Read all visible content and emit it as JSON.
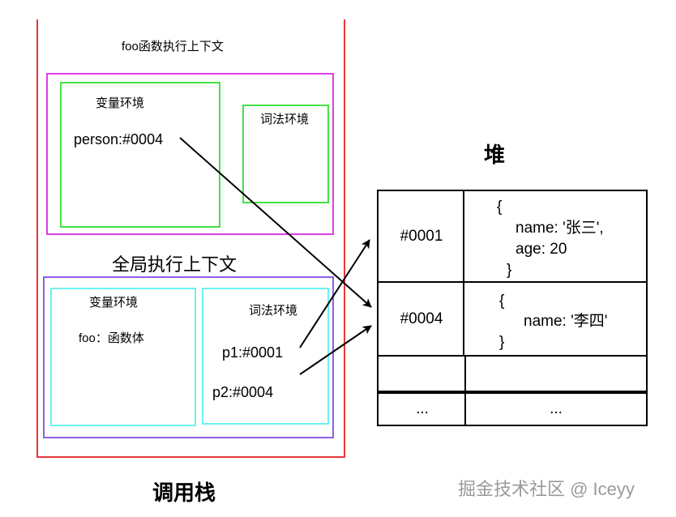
{
  "colors": {
    "call_stack_border": "#e8363b",
    "foo_context_border": "#e23de3",
    "global_context_border": "#8f5ee6",
    "foo_env_border": "#44e244",
    "global_env_border": "#6ff1f1",
    "line": "#000000"
  },
  "call_stack": {
    "label": "调用栈"
  },
  "foo_context": {
    "title": "foo函数执行上下文",
    "variable_env": {
      "title": "变量环境",
      "entry": "person:#0004"
    },
    "lexical_env": {
      "title": "词法环境"
    }
  },
  "global_context": {
    "title": "全局执行上下文",
    "variable_env": {
      "title": "变量环境",
      "entry": "foo：函数体"
    },
    "lexical_env": {
      "title": "词法环境",
      "entries": [
        "p1:#0001",
        "p2:#0004"
      ]
    }
  },
  "heap": {
    "title": "堆",
    "rows": [
      {
        "address": "#0001",
        "content": [
          "{",
          "name: '张三',",
          "age: 20",
          "}"
        ]
      },
      {
        "address": "#0004",
        "content": [
          "{",
          "name: '李四'",
          "}"
        ]
      },
      {
        "address": "",
        "content": []
      },
      {
        "address": "...",
        "content": [
          "..."
        ]
      }
    ]
  },
  "watermark": "掘金技术社区 @ Iceyy"
}
